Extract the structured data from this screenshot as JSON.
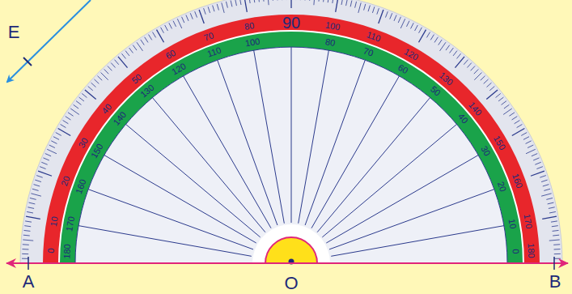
{
  "diagram": {
    "labels": [
      "E",
      "A",
      "O",
      "B",
      "0",
      "10",
      "20",
      "30",
      "40",
      "50",
      "60",
      "70",
      "80",
      "90",
      "100",
      "110",
      "120",
      "130",
      "140",
      "150",
      "160",
      "170",
      "180",
      "180",
      "170",
      "160",
      "150",
      "140",
      "130",
      "120",
      "110",
      "100",
      "80",
      "70",
      "60",
      "50",
      "40",
      "30",
      "20",
      "10",
      "0"
    ]
  }
}
